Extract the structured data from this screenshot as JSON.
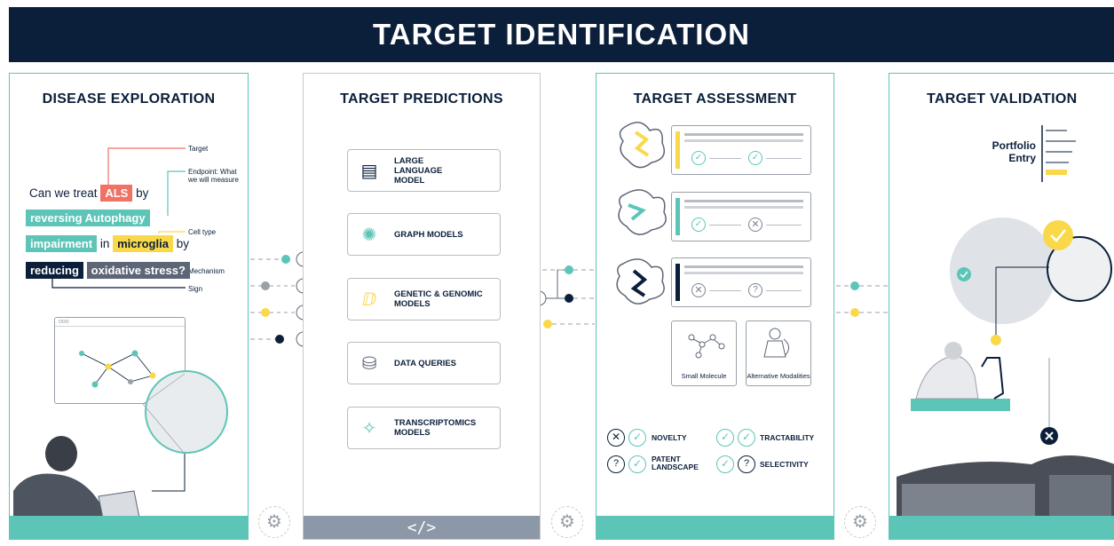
{
  "banner": {
    "title": "TARGET IDENTIFICATION"
  },
  "panels": {
    "disease": {
      "title": "DISEASE EXPLORATION",
      "question": {
        "w1": "Can we treat",
        "als": "ALS",
        "w2": "by",
        "reversing": "reversing Autophagy",
        "impairment": "impairment",
        "w3": "in",
        "microglia": "microglia",
        "w4": "by",
        "reducing": "reducing",
        "oxidative": "oxidative stress",
        "qmark": "?"
      },
      "annotations": {
        "target": "Target",
        "endpoint": "Endpoint: What we will measure",
        "celltype": "Cell type",
        "mechanism": "Mechanism",
        "sign": "Sign"
      },
      "window_dots": "ooo"
    },
    "predictions": {
      "title": "TARGET PREDICTIONS",
      "models": [
        {
          "label": "LARGE LANGUAGE MODEL",
          "icon": "document-icon",
          "glyph": "▤"
        },
        {
          "label": "GRAPH MODELS",
          "icon": "network-icon",
          "glyph": "✺"
        },
        {
          "label": "GENETIC & GENOMIC MODELS",
          "icon": "dna-strand-icon",
          "glyph": "ⅅ"
        },
        {
          "label": "DATA QUERIES",
          "icon": "database-search-icon",
          "glyph": "⛁"
        },
        {
          "label": "TRANSCRIPTOMICS MODELS",
          "icon": "dna-helix-icon",
          "glyph": "✧"
        }
      ],
      "footer_code": "</>"
    },
    "assessment": {
      "title": "TARGET ASSESSMENT",
      "modalities": {
        "small_molecule": "Small Molecule",
        "alternative": "Alternative Modalities"
      },
      "criteria": {
        "novelty": "NOVELTY",
        "tractability": "TRACTABILITY",
        "patent": "PATENT LANDSCAPE",
        "selectivity": "SELECTIVITY"
      }
    },
    "validation": {
      "title": "TARGET VALIDATION",
      "portfolio": "Portfolio Entry"
    }
  },
  "colors": {
    "navy": "#0b1f3a",
    "teal": "#5cc5b7",
    "yellow": "#f9d94a",
    "red": "#f07264",
    "gray": "#9aa0aa"
  }
}
